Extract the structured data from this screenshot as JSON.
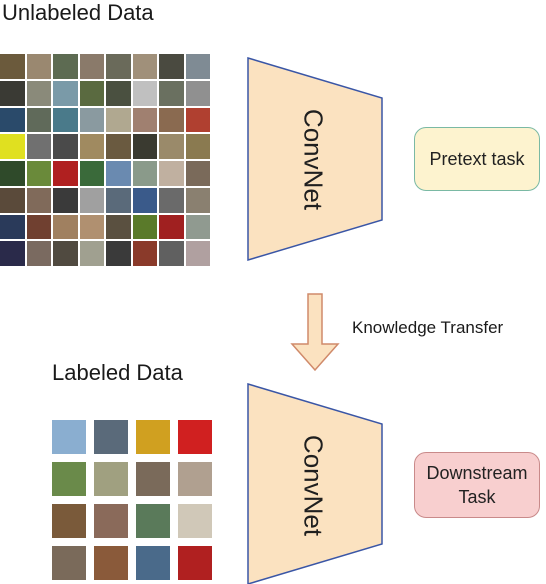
{
  "unlabeled_title": "Unlabeled Data",
  "labeled_title": "Labeled Data",
  "top_network": {
    "label": "ConvNet"
  },
  "bottom_network": {
    "label": "ConvNet"
  },
  "pretext_task": {
    "label": "Pretext task"
  },
  "downstream_task": {
    "line1": "Downstream",
    "line2": "Task"
  },
  "transfer_label": "Knowledge Transfer",
  "colors": {
    "network_fill": "#fbe2c0",
    "network_stroke": "#3a56a6",
    "arrow_fill": "#fbe2c0",
    "arrow_stroke": "#d08a6a",
    "pretext_fill": "#fdf3cf",
    "downstream_fill": "#f8cfcf"
  },
  "unlabeled_grid": {
    "rows": 8,
    "cols": 8,
    "tile_colors": [
      "#6b5a3c",
      "#9a8870",
      "#5d6b52",
      "#8a7a6a",
      "#6a6a5a",
      "#a0907a",
      "#4a4a40",
      "#7f8b94",
      "#3a3a34",
      "#8a8a7a",
      "#7a9aa8",
      "#5a6a40",
      "#4a5040",
      "#c0c0c0",
      "#6a7060",
      "#909090",
      "#2a4a6a",
      "#606a5a",
      "#4a7a8a",
      "#8a9aa0",
      "#b0a890",
      "#a08070",
      "#8a6a50",
      "#b04030",
      "#e0e020",
      "#707070",
      "#4a4a4a",
      "#a08a60",
      "#6a5a40",
      "#3a3a30",
      "#9a8a6a",
      "#8a7a50",
      "#2f4a2a",
      "#6a8a3a",
      "#b02020",
      "#3a6a3a",
      "#6a8ab0",
      "#8a9a8a",
      "#c0b0a0",
      "#7a6a5a",
      "#5a4a3a",
      "#806a5a",
      "#3a3a3a",
      "#a0a0a0",
      "#5a6a7a",
      "#3a5a8a",
      "#6a6a6a",
      "#8a8070",
      "#2a3a5a",
      "#704030",
      "#a08060",
      "#b09070",
      "#5a5040",
      "#5a7a2a",
      "#a02020",
      "#909a90",
      "#2a2a4a",
      "#7a6a60",
      "#504a40",
      "#a0a090",
      "#3a3a3a",
      "#8a3a2a",
      "#606060",
      "#b0a0a0"
    ]
  },
  "labeled_grid": {
    "rows": 4,
    "cols": 4,
    "tile_colors": [
      "#8aaed0",
      "#5a6a7a",
      "#d0a020",
      "#d02020",
      "#6a8a4a",
      "#a0a080",
      "#7a6a5a",
      "#b0a090",
      "#7a5a3a",
      "#8a6a5a",
      "#5a7a5a",
      "#d0c8b8",
      "#7a6a5a",
      "#8a5a3a",
      "#4a6a8a",
      "#b02020"
    ]
  }
}
